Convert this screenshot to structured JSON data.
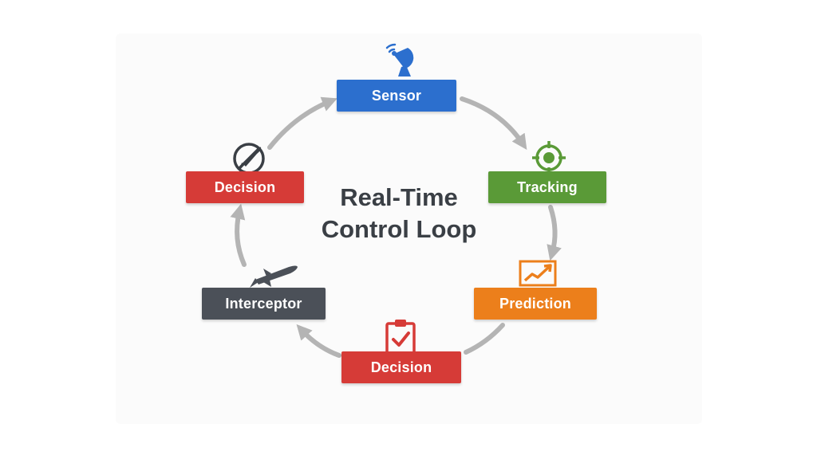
{
  "diagram": {
    "title_line1": "Real-Time",
    "title_line2": "Control Loop",
    "nodes": [
      {
        "label": "Sensor",
        "color": "#2c6fce",
        "icon": "satellite-dish-icon"
      },
      {
        "label": "Tracking",
        "color": "#5a9a37",
        "icon": "crosshair-target-icon"
      },
      {
        "label": "Prediction",
        "color": "#ec7f1b",
        "icon": "rising-chart-icon"
      },
      {
        "label": "Decision",
        "color": "#d63b37",
        "icon": "clipboard-check-icon"
      },
      {
        "label": "Interceptor",
        "color": "#4b5058",
        "icon": "missile-icon"
      },
      {
        "label": "Decision",
        "color": "#d63b37",
        "icon": "no-missile-icon"
      }
    ],
    "arrow_color": "#b4b4b4"
  }
}
